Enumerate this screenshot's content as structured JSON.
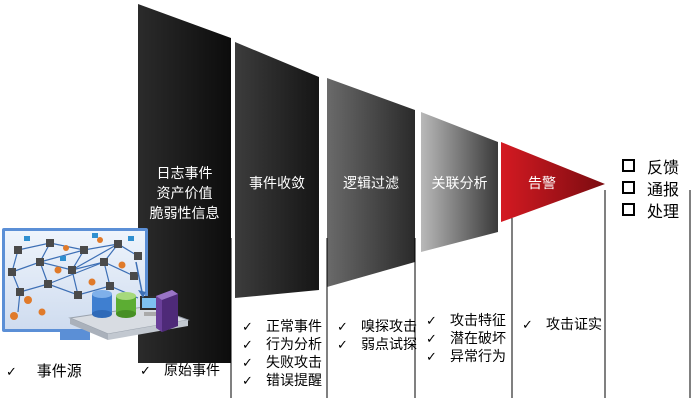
{
  "stages": [
    {
      "id": "s1",
      "lines": [
        "日志事件",
        "资产价值",
        "脆弱性信息"
      ]
    },
    {
      "id": "s2",
      "lines": [
        "事件收敛"
      ]
    },
    {
      "id": "s3",
      "lines": [
        "逻辑过滤"
      ]
    },
    {
      "id": "s4",
      "lines": [
        "关联分析"
      ]
    },
    {
      "id": "s5",
      "lines": [
        "告警"
      ]
    }
  ],
  "outputs": [
    "反馈",
    "通报",
    "处理"
  ],
  "source_label": "事件源",
  "columns": {
    "c1": [
      "原始事件"
    ],
    "c2": [
      "正常事件",
      "行为分析",
      "失败攻击",
      "错误提醒"
    ],
    "c3": [
      "嗅探攻击",
      "弱点试探"
    ],
    "c4": [
      "攻击特征",
      "潜在破坏",
      "异常行为"
    ],
    "c5": [
      "攻击证实"
    ]
  },
  "check_mark": "✓",
  "colors": {
    "stage_dark": "#1a1a1a",
    "stage_mid": "#3a3a3a",
    "stage_gray": "#5a5a5a",
    "stage_light": "#8a8a8a",
    "alert_red": "#b4121a",
    "monitor_blue": "#5b8fd6"
  }
}
